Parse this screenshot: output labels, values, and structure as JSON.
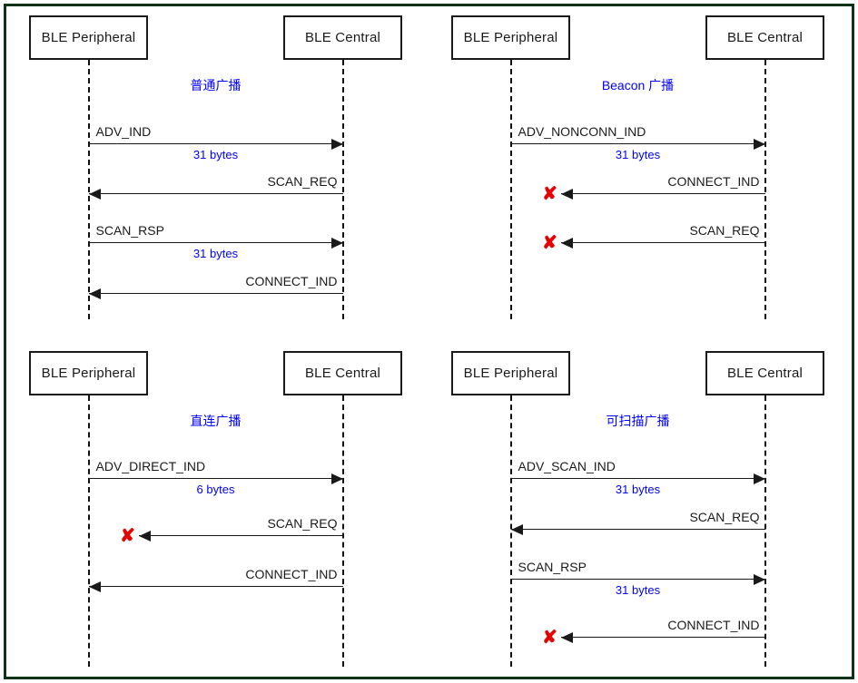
{
  "figure": {
    "border_color": "#0e3318",
    "accent_blue": "#0000ff",
    "block_color": "#e60000",
    "block_glyph": "✘"
  },
  "actors": {
    "peripheral": "BLE Peripheral",
    "central": "BLE Central"
  },
  "panels": [
    {
      "id": "normal-advertising",
      "title": "普通广播",
      "left_actor": "BLE Peripheral",
      "right_actor": "BLE Central",
      "messages": [
        {
          "label": "ADV_IND",
          "size": "31 bytes",
          "direction": "right",
          "blocked": false
        },
        {
          "label": "SCAN_REQ",
          "size": "",
          "direction": "left",
          "blocked": false
        },
        {
          "label": "SCAN_RSP",
          "size": "31 bytes",
          "direction": "right",
          "blocked": false
        },
        {
          "label": "CONNECT_IND",
          "size": "",
          "direction": "left",
          "blocked": false
        }
      ]
    },
    {
      "id": "beacon-advertising",
      "title": "Beacon 广播",
      "left_actor": "BLE Peripheral",
      "right_actor": "BLE Central",
      "messages": [
        {
          "label": "ADV_NONCONN_IND",
          "size": "31 bytes",
          "direction": "right",
          "blocked": false
        },
        {
          "label": "CONNECT_IND",
          "size": "",
          "direction": "left",
          "blocked": true
        },
        {
          "label": "SCAN_REQ",
          "size": "",
          "direction": "left",
          "blocked": true
        }
      ]
    },
    {
      "id": "direct-advertising",
      "title": "直连广播",
      "left_actor": "BLE Peripheral",
      "right_actor": "BLE Central",
      "messages": [
        {
          "label": "ADV_DIRECT_IND",
          "size": "6 bytes",
          "direction": "right",
          "blocked": false
        },
        {
          "label": "SCAN_REQ",
          "size": "",
          "direction": "left",
          "blocked": true
        },
        {
          "label": "CONNECT_IND",
          "size": "",
          "direction": "left",
          "blocked": false
        }
      ]
    },
    {
      "id": "scannable-advertising",
      "title": "可扫描广播",
      "left_actor": "BLE Peripheral",
      "right_actor": "BLE Central",
      "messages": [
        {
          "label": "ADV_SCAN_IND",
          "size": "31 bytes",
          "direction": "right",
          "blocked": false
        },
        {
          "label": "SCAN_REQ",
          "size": "",
          "direction": "left",
          "blocked": false
        },
        {
          "label": "SCAN_RSP",
          "size": "31 bytes",
          "direction": "right",
          "blocked": false
        },
        {
          "label": "CONNECT_IND",
          "size": "",
          "direction": "left",
          "blocked": true
        }
      ]
    }
  ]
}
